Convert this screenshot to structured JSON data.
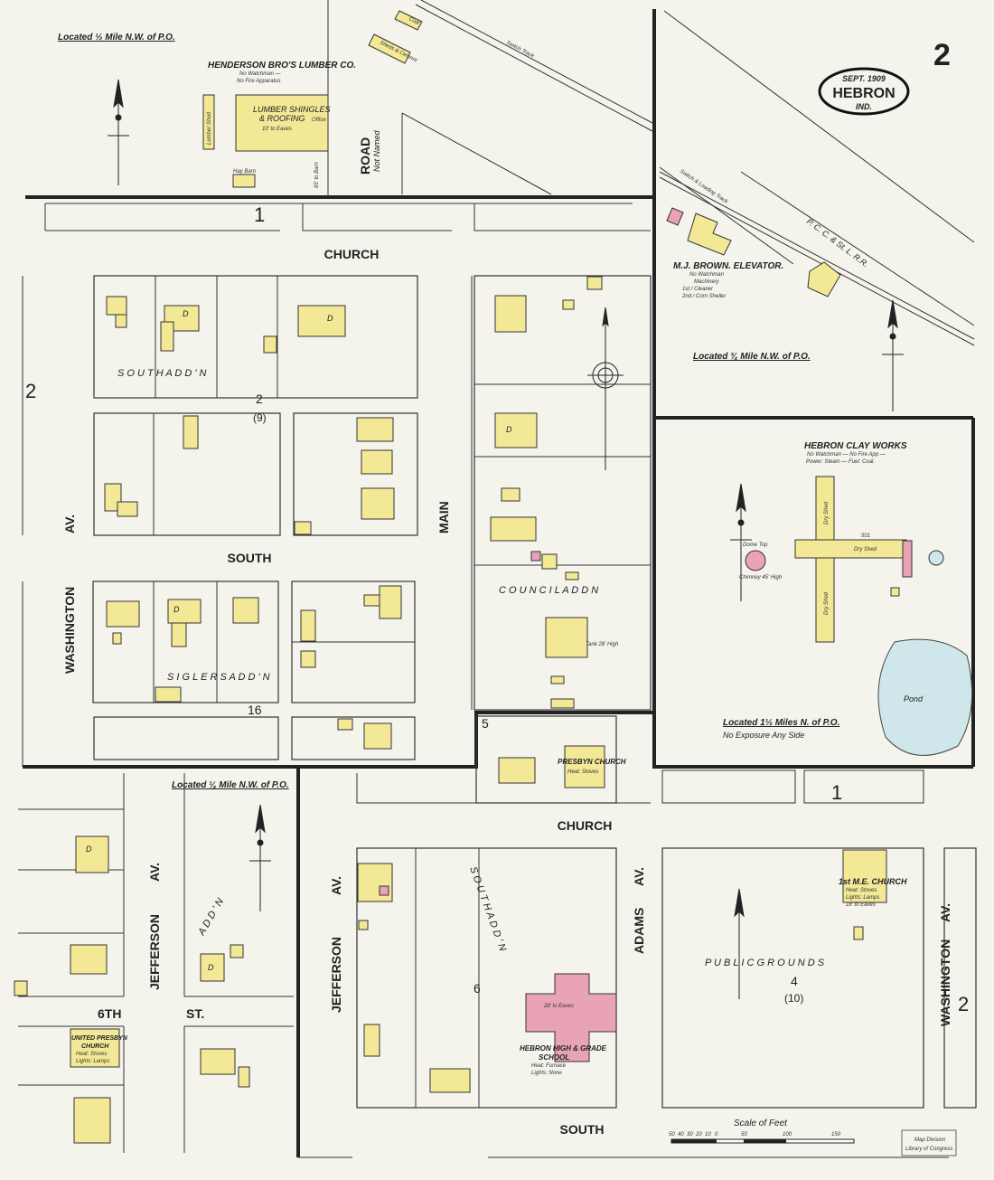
{
  "header": {
    "sheet_number": "2",
    "date": "SEPT. 1909",
    "town": "HEBRON",
    "state": "IND."
  },
  "streets": {
    "church_top": "CHURCH",
    "south_top": "SOUTH",
    "main": "MAIN",
    "washington_left": "WASHINGTON",
    "av": "AV.",
    "road": "ROAD",
    "road_note": "Not Named",
    "church_bottom": "CHURCH",
    "jefferson": "JEFFERSON",
    "adams": "ADAMS",
    "washington_right": "WASHINGTON",
    "south_bottom": "SOUTH",
    "sixth": "6TH",
    "st": "ST."
  },
  "locations": {
    "lumber": "Located ½ Mile N.W. of P.O.",
    "elevator": "Located ¾ Mile N.W. of P.O.",
    "clay": "Located 1½ Miles N. of P.O.",
    "clay_exposure": "No Exposure Any Side",
    "jefferson": "Located ¼ Mile N.W. of P.O."
  },
  "lumber_co": {
    "name": "HENDERSON BRO'S LUMBER CO.",
    "note1": "No Watchman —",
    "note2": "No Fire Apparatus",
    "main_bldg": "LUMBER SHINGLES",
    "main_bldg2": "& ROOFING",
    "eaves": "10' to Eaves",
    "shed": "Lumber Shed",
    "office": "Office",
    "hay_barn": "Hay Barn",
    "barn_note": "65' to Barn"
  },
  "railroad": {
    "name": "P. C. C. & St. L. R.R.",
    "loading": "Switch & Loading Track",
    "switch": "Switch Track",
    "coal": "Coal",
    "sheds": "Sheds & Cement"
  },
  "elevator": {
    "name": "M.J. BROWN. ELEVATOR.",
    "note1": "No Watchman",
    "note2": "Machinery",
    "note3": "1st / Cleaner",
    "note4": "2nd / Corn Sheller"
  },
  "clay_works": {
    "name": "HEBRON CLAY WORKS",
    "note1": "No Watchman — No Fire App —",
    "note2": "Power: Steam — Fuel: Coal.",
    "dry_shed": "Dry Shed",
    "dome": "Dome Top",
    "chimney": "Chimney 45' High",
    "pond": "Pond",
    "number": "501"
  },
  "additions": {
    "south": "S O U T H   A D D ' N",
    "siglers": "S I G L E R S   A D D ' N",
    "council": "C O U N C I L   A D D N",
    "public": "P U B L I C     G R O U N D S",
    "south_bottom": "S O U T H   A D D ' N",
    "jeff_add": "A D D ' N"
  },
  "blocks": {
    "b1": "1",
    "b2": "2",
    "b9": "(9)",
    "b16": "16",
    "b5": "5",
    "b6": "6",
    "b4": "4",
    "b10": "(10)",
    "b1b": "1",
    "left2": "2",
    "right2": "2"
  },
  "buildings": {
    "presbyn": "PRESBYN CHURCH",
    "presbyn_note": "Heat: Stoves",
    "me_church": "1st M.E. CHURCH",
    "me_note1": "Heat: Stoves",
    "me_note2": "Lights: Lamps",
    "me_note3": "18' to Eaves",
    "school": "HEBRON HIGH & GRADE",
    "school2": "SCHOOL",
    "school_note1": "Heat: Furnace",
    "school_note2": "Lights: None",
    "school_eaves": "28' to Eaves",
    "united": "UNITED PRESBYN",
    "united2": "CHURCH",
    "united_note1": "Heat: Stoves",
    "united_note2": "Lights: Lamps",
    "dwelling": "D",
    "tank": "Tank 28' High"
  },
  "scale": {
    "title": "Scale of Feet",
    "ticks": [
      "50",
      "40",
      "30",
      "20",
      "10",
      "0",
      "50",
      "100",
      "150"
    ]
  },
  "stamp": {
    "line1": "Map Division",
    "line2": "Library of Congress"
  },
  "colors": {
    "frame_brick": "#e9a3b6",
    "frame": "#f2e896",
    "water": "#cfe7ea",
    "paper": "#f4f3ec"
  }
}
